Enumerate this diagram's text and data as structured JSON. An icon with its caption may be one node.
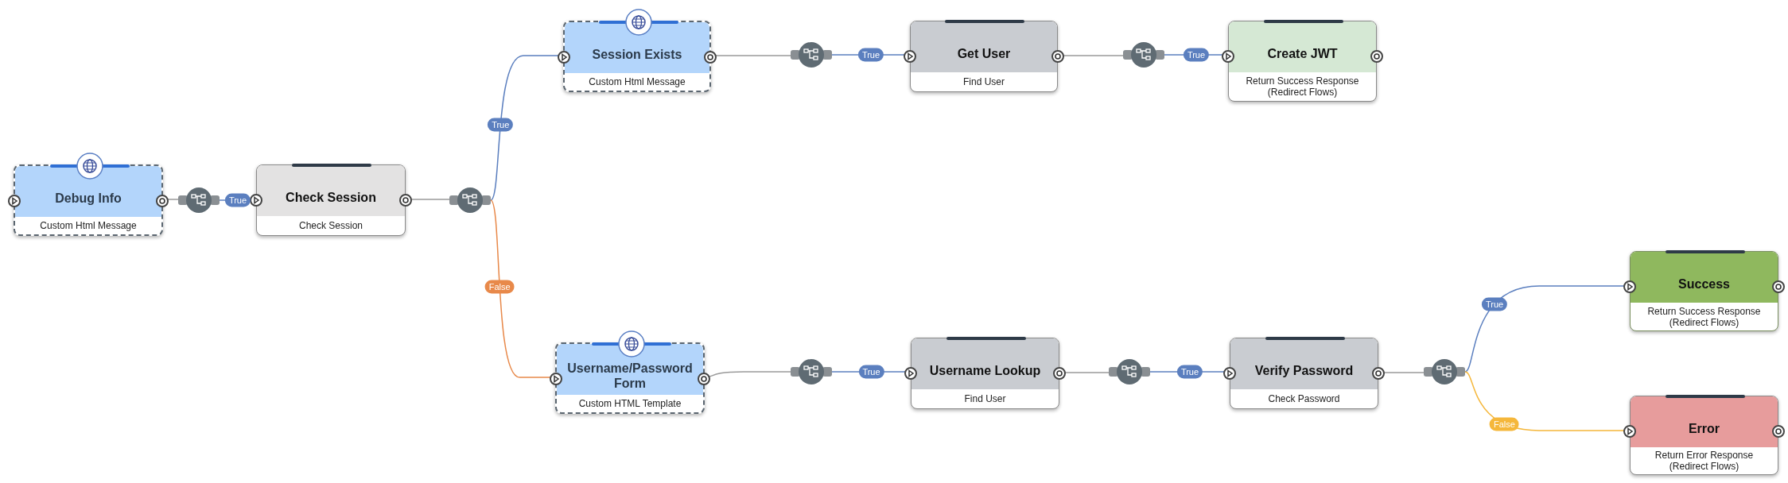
{
  "diagram": {
    "nodes": [
      {
        "text": [
          "Debug Info",
          "Custom Html Message"
        ]
      },
      {
        "text": [
          "Check Session",
          "Check Session"
        ]
      },
      {
        "text": [
          "Session Exists",
          "Custom Html Message"
        ]
      },
      {
        "text": [
          "Get User",
          "Find User"
        ]
      },
      {
        "text": [
          "Create JWT",
          "Return Success Response (Redirect Flows)"
        ]
      },
      {
        "text": [
          "Username/Password Form",
          "Custom HTML Template"
        ]
      },
      {
        "text": [
          "Username Lookup",
          "Find User"
        ]
      },
      {
        "text": [
          "Verify Password",
          "Check Password"
        ]
      },
      {
        "text": [
          "Success",
          "Return Success Response (Redirect Flows)"
        ]
      },
      {
        "text": [
          "Error",
          "Return Error Response (Redirect Flows)"
        ]
      },
      {
        "text": [],
        "shape": "circle"
      },
      {
        "text": [],
        "shape": "circle"
      },
      {
        "text": [],
        "shape": "circle"
      },
      {
        "text": [],
        "shape": "circle"
      },
      {
        "text": [],
        "shape": "circle"
      },
      {
        "text": [],
        "shape": "circle"
      },
      {
        "text": [],
        "shape": "circle"
      }
    ],
    "edges": [
      {
        "from": 0,
        "to": 10,
        "arrow": "none"
      },
      {
        "from": 10,
        "to": 1,
        "arrow": "none",
        "label": "True",
        "color": "#5b7fbf"
      },
      {
        "from": 1,
        "to": 11,
        "arrow": "none"
      },
      {
        "from": 11,
        "to": 2,
        "arrow": "none",
        "label": "True",
        "color": "#5b7fbf"
      },
      {
        "from": 11,
        "to": 5,
        "arrow": "none",
        "label": "False",
        "color": "#e8894a"
      },
      {
        "from": 2,
        "to": 12,
        "arrow": "none"
      },
      {
        "from": 12,
        "to": 3,
        "arrow": "none",
        "label": "True",
        "color": "#5b7fbf"
      },
      {
        "from": 3,
        "to": 13,
        "arrow": "none"
      },
      {
        "from": 13,
        "to": 4,
        "arrow": "none",
        "label": "True",
        "color": "#5b7fbf"
      },
      {
        "from": 5,
        "to": 14,
        "arrow": "none"
      },
      {
        "from": 14,
        "to": 6,
        "arrow": "none",
        "label": "True",
        "color": "#5b7fbf"
      },
      {
        "from": 6,
        "to": 15,
        "arrow": "none"
      },
      {
        "from": 15,
        "to": 7,
        "arrow": "none",
        "label": "True",
        "color": "#5b7fbf"
      },
      {
        "from": 7,
        "to": 16,
        "arrow": "none"
      },
      {
        "from": 16,
        "to": 8,
        "arrow": "none",
        "label": "True",
        "color": "#5b7fbf"
      },
      {
        "from": 16,
        "to": 9,
        "arrow": "none",
        "label": "False",
        "color": "#f5b73b"
      }
    ]
  }
}
